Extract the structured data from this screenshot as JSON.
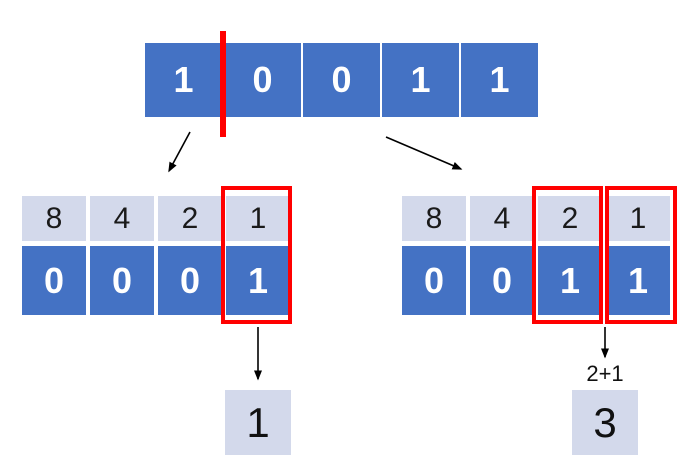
{
  "colors": {
    "cell_blue": "#4472C4",
    "cell_light": "#D3D9EB",
    "highlight_red": "#FF0000",
    "digit_white": "#FFFFFF",
    "digit_black": "#1A1A1A"
  },
  "binary_row": {
    "digits": [
      "1",
      "0",
      "0",
      "1",
      "1"
    ],
    "split_after_index": 0
  },
  "left_breakdown": {
    "place_headers": [
      "8",
      "4",
      "2",
      "1"
    ],
    "bits": [
      "0",
      "0",
      "0",
      "1"
    ],
    "highlighted_places": [
      "1"
    ],
    "result": "1"
  },
  "right_breakdown": {
    "place_headers": [
      "8",
      "4",
      "2",
      "1"
    ],
    "bits": [
      "0",
      "0",
      "1",
      "1"
    ],
    "highlighted_places": [
      "2",
      "1"
    ],
    "sum_label": "2+1",
    "result": "3"
  }
}
